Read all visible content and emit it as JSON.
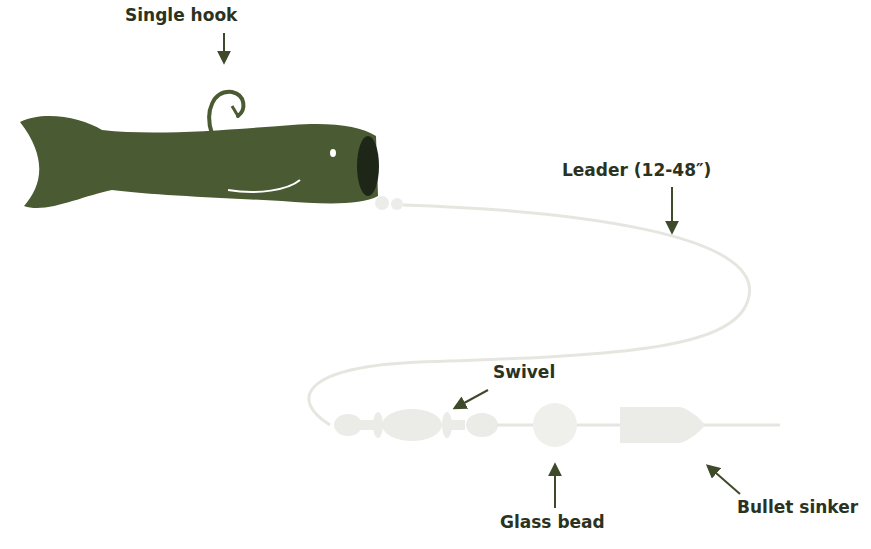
{
  "diagram": {
    "labels": [
      "Single hook",
      "Leader (12-48″)",
      "Swivel",
      "Glass bead",
      "Bullet sinker"
    ]
  }
}
